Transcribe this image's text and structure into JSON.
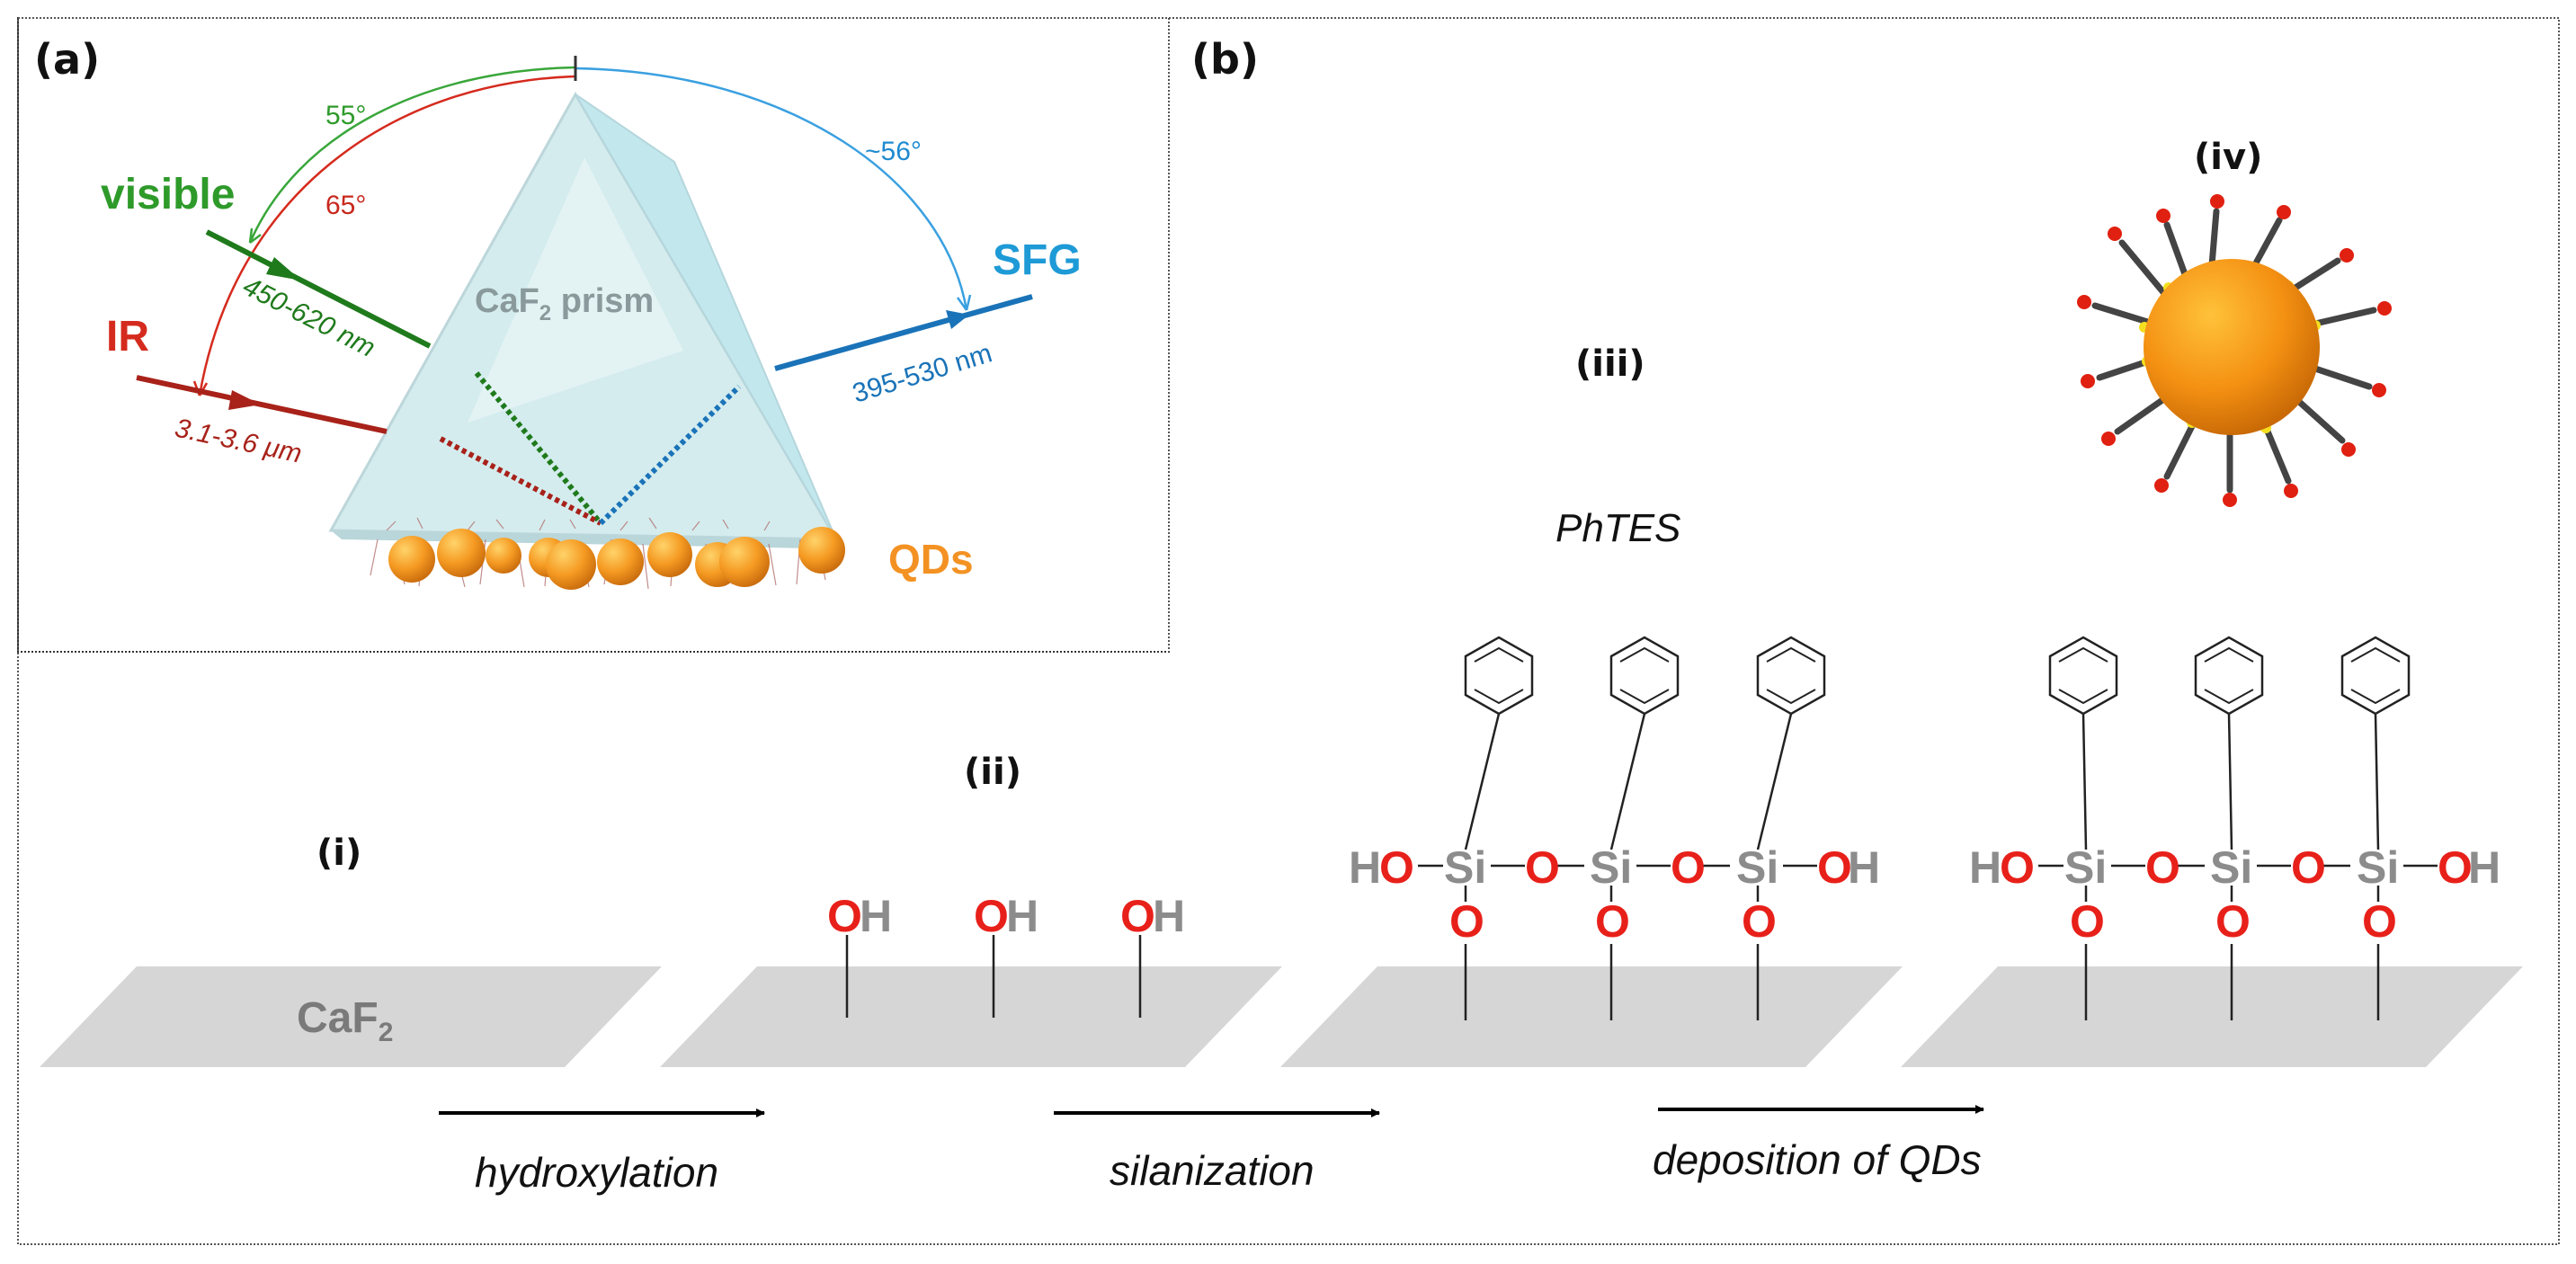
{
  "panel_a": {
    "label": "(a)",
    "angles": {
      "visible": "55°",
      "ir": "65°",
      "sfg": "~56°"
    },
    "beams": {
      "visible": {
        "name": "visible",
        "range": "450-620 nm",
        "color": "#2e9a2a"
      },
      "ir": {
        "name": "IR",
        "range": "3.1-3.6 μm",
        "color": "#d52b1e"
      },
      "sfg": {
        "name": "SFG",
        "range": "395-530 nm",
        "color": "#1e9ad6"
      }
    },
    "prism_label_main": "CaF",
    "prism_label_sub": "2",
    "prism_label_tail": " prism",
    "qds_label": "QDs",
    "qd_color": "#f39223"
  },
  "panel_b": {
    "label": "(b)",
    "stages": {
      "i": "(i)",
      "ii": "(ii)",
      "iii": "(iii)",
      "iv": "(iv)"
    },
    "substrate_main": "CaF",
    "substrate_sub": "2",
    "reagent": "PhTES",
    "arrows": [
      "hydroxylation",
      "silanization",
      "deposition of QDs"
    ],
    "atoms": {
      "O": "O",
      "H": "H",
      "Si": "Si",
      "HO": "HO",
      "OH": "OH"
    },
    "oxygen_color": "#e8201a",
    "gray_text": "#8c8c8c",
    "substrate_color": "#d6d6d6"
  }
}
